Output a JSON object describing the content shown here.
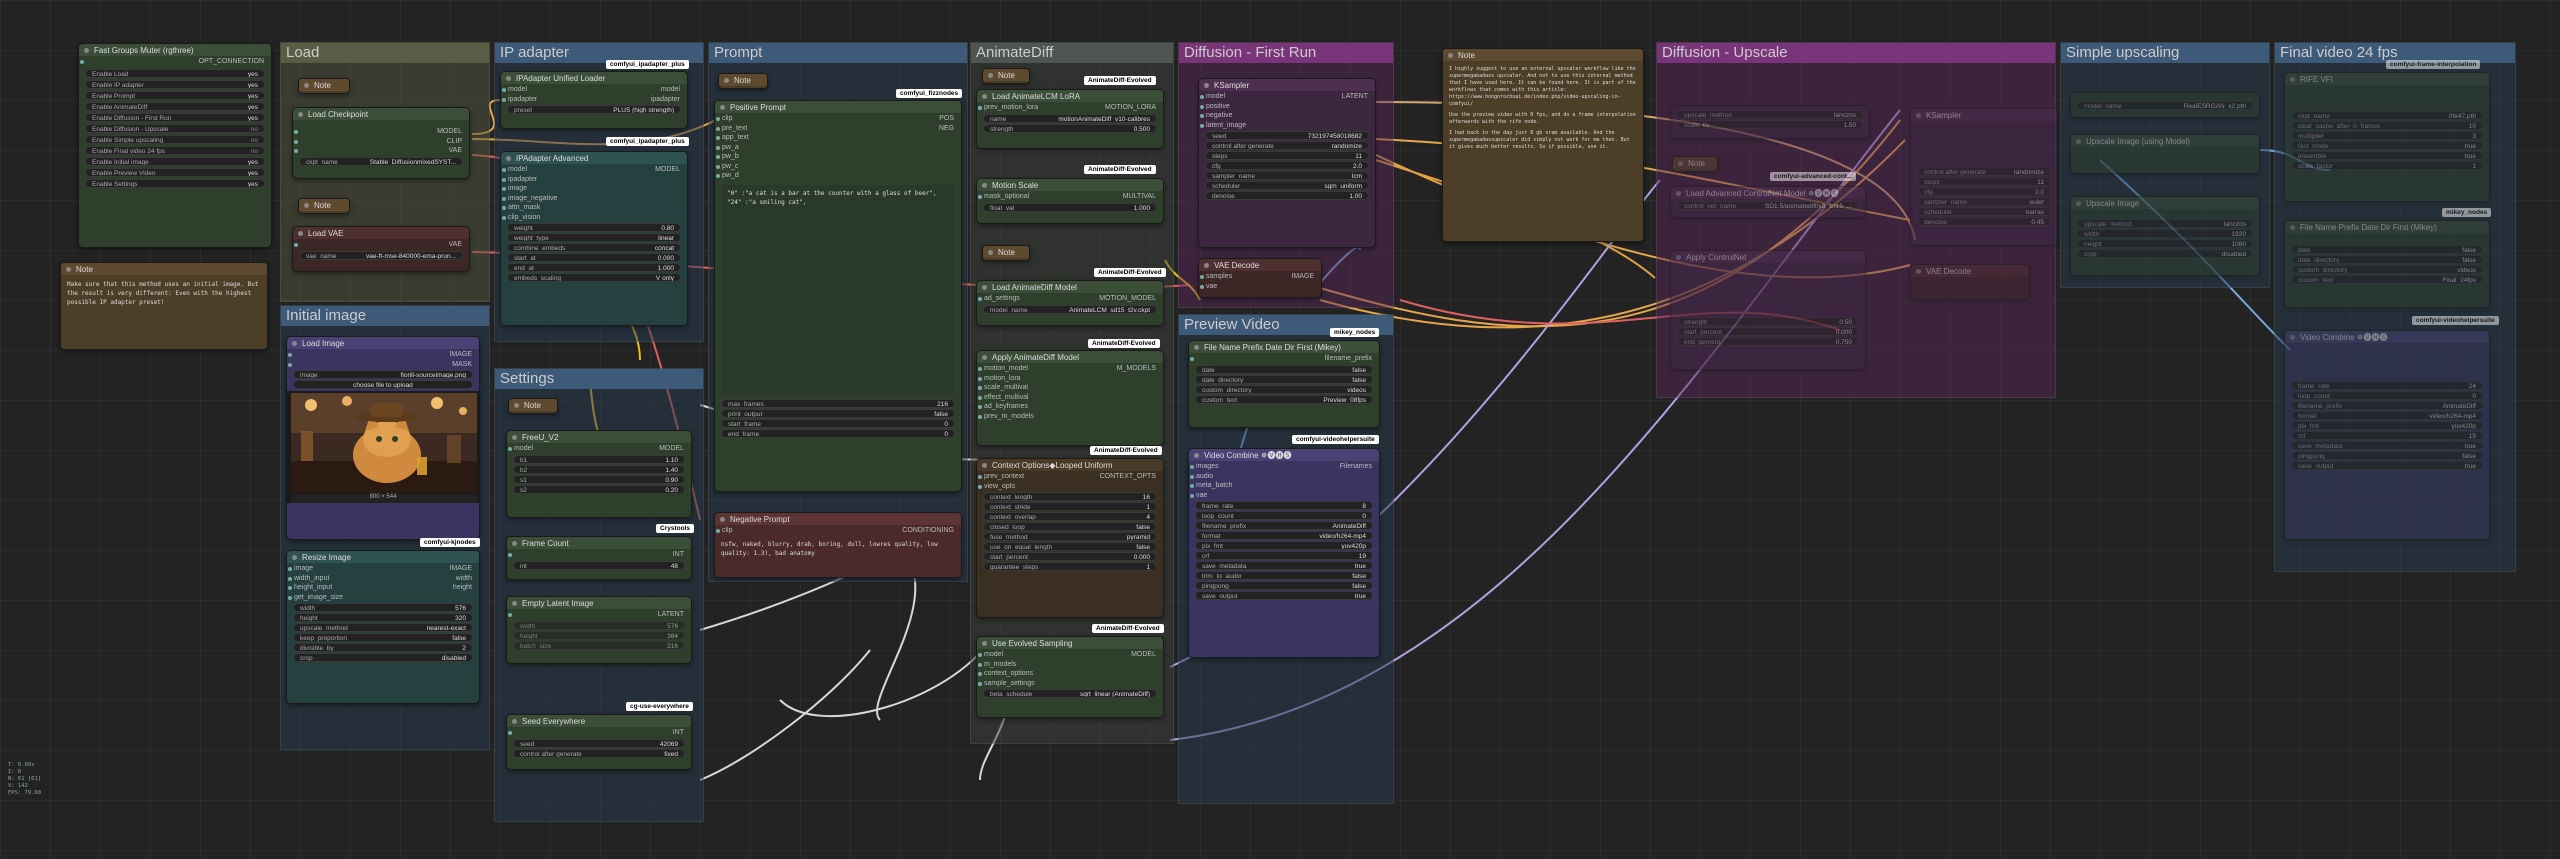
{
  "colors": {
    "canvas": "#232323",
    "node": "#353535",
    "green": "#2e3f2c",
    "brown": "#3b2f21",
    "purple": "#3c2640",
    "blue": "#27364a"
  },
  "groups": [
    {
      "id": "load",
      "title": "Load",
      "color": "#3a3d2d"
    },
    {
      "id": "ipadapter",
      "title": "IP adapter",
      "color": "#2a3b4d"
    },
    {
      "id": "prompt",
      "title": "Prompt",
      "color": "#2a3b4d"
    },
    {
      "id": "animatediff",
      "title": "AnimateDiff",
      "color": "#3a3f3c"
    },
    {
      "id": "diff1",
      "title": "Diffusion - First Run",
      "color": "#5a2b5a"
    },
    {
      "id": "upscale",
      "title": "Diffusion - Upscale",
      "color": "#5a2b5a"
    },
    {
      "id": "simple",
      "title": "Simple upscaling",
      "color": "#2a3b4d"
    },
    {
      "id": "final",
      "title": "Final video 24 fps",
      "color": "#2a3b4d"
    },
    {
      "id": "initial",
      "title": "Initial image",
      "color": "#2a3b4d"
    },
    {
      "id": "settings",
      "title": "Settings",
      "color": "#2a3b4d"
    },
    {
      "id": "preview",
      "title": "Preview Video",
      "color": "#2a3b4d"
    }
  ],
  "fast_groups": {
    "title": "Fast Groups Muter (rgthree)",
    "output": "OPT_CONNECTION",
    "rows": [
      {
        "label": "Enable Load",
        "value": "yes"
      },
      {
        "label": "Enable IP adapter",
        "value": "yes"
      },
      {
        "label": "Enable Prompt",
        "value": "yes"
      },
      {
        "label": "Enable AnimateDiff",
        "value": "yes"
      },
      {
        "label": "Enable Diffusion - First Run",
        "value": "yes"
      },
      {
        "label": "Enable Diffusion - Upscale",
        "value": "no"
      },
      {
        "label": "Enable Simple upscaling",
        "value": "no"
      },
      {
        "label": "Enable Final video 24 fps",
        "value": "no"
      },
      {
        "label": "Enable Initial image",
        "value": "yes"
      },
      {
        "label": "Enable Preview Video",
        "value": "yes"
      },
      {
        "label": "Enable Settings",
        "value": "yes"
      }
    ]
  },
  "note_left": {
    "title": "Note",
    "text": "Make sure that this method uses an initial image. But the result is very different: Even with the highest possible IP adapter preset!"
  },
  "load": {
    "note": "Note",
    "checkpoint": {
      "title": "Load Checkpoint",
      "outputs": [
        "MODEL",
        "CLIP",
        "VAE"
      ],
      "ckpt_label": "ckpt_name",
      "ckpt_value": "Stable_DiffusionmixedSYST..."
    },
    "note2": "Note",
    "vae": {
      "title": "Load VAE",
      "output": "VAE",
      "label": "vae_name",
      "value": "vae-ft-mse-840000-ema-prun..."
    }
  },
  "ipadapter": {
    "tag1": "comfyui_ipadapter_plus",
    "loader": {
      "title": "IPAdapter Unified Loader",
      "rows": [
        [
          "model",
          "model"
        ],
        [
          "ipadapter",
          "ipadapter"
        ]
      ],
      "preset_label": "preset",
      "preset": "PLUS (high strength)"
    },
    "tag2": "comfyui_ipadapter_plus",
    "adv": {
      "title": "IPAdapter Advanced",
      "inputs": [
        "model",
        "ipadapter",
        "image",
        "image_negative",
        "attn_mask",
        "clip_vision"
      ],
      "output": "MODEL",
      "widgets": [
        [
          "weight",
          "0.80"
        ],
        [
          "weight_type",
          "linear"
        ],
        [
          "combine_embeds",
          "concat"
        ],
        [
          "start_at",
          "0.000"
        ],
        [
          "end_at",
          "1.000"
        ],
        [
          "embeds_scaling",
          "V only"
        ]
      ]
    }
  },
  "prompt": {
    "tag": "comfyui_fizznodes",
    "pos": {
      "title": "Positive Prompt",
      "inputs": [
        "clip",
        "pre_text",
        "app_text",
        "pw_a",
        "pw_b",
        "pw_c",
        "pw_d"
      ],
      "outputs": [
        "POS",
        "NEG"
      ],
      "text": "\"0\" :\"a cat is a bar at the counter with a glass of beer\",\n\"24\" :\"a smiling cat\","
    },
    "rows": [
      [
        "max_frames",
        "216"
      ],
      [
        "print_output",
        "false"
      ],
      [
        "start_frame",
        "0"
      ],
      [
        "end_frame",
        "0"
      ]
    ],
    "note": "Note",
    "neg": {
      "title": "Negative Prompt",
      "input": "clip",
      "output": "CONDITIONING",
      "text": "nsfw, naked, blurry, drab, boring, dull, lowres quality, low quality: 1.3), bad anatomy"
    }
  },
  "animatediff": {
    "note": "Note",
    "tag_ev": "AnimateDiff-Evolved",
    "lora": {
      "title": "Load AnimateLCM LoRA",
      "input": "prev_motion_lora",
      "output": "MOTION_LORA",
      "widgets": [
        [
          "name",
          "motionAnimateDiff_v10-calibres"
        ],
        [
          "strength",
          "0.500"
        ]
      ]
    },
    "scale": {
      "title": "Motion Scale",
      "input": "mask_optional",
      "output": "MULTIVAL",
      "widgets": [
        [
          "float_val",
          "1.000"
        ]
      ]
    },
    "note2": "Note",
    "model": {
      "title": "Load AnimateDiff Model",
      "input": "ad_settings",
      "output": "MOTION_MODEL",
      "widgets": [
        [
          "model_name",
          "AnimateLCM_sd15_t2v.ckpt"
        ]
      ]
    },
    "apply": {
      "title": "Apply AnimateDiff Model",
      "inputs": [
        "motion_model",
        "motion_lora",
        "scale_multival",
        "effect_multival",
        "ad_keyframes",
        "prev_m_models"
      ],
      "output": "M_MODELS"
    },
    "context": {
      "title": "Context Options◆Looped Uniform",
      "inputs": [
        "prev_context",
        "view_opts"
      ],
      "output": "CONTEXT_OPTS",
      "widgets": [
        [
          "context_length",
          "16"
        ],
        [
          "context_stride",
          "1"
        ],
        [
          "context_overlap",
          "4"
        ],
        [
          "closed_loop",
          "false"
        ],
        [
          "fuse_method",
          "pyramid"
        ],
        [
          "use_on_equal_length",
          "false"
        ],
        [
          "start_percent",
          "0.000"
        ],
        [
          "guarantee_steps",
          "1"
        ]
      ]
    },
    "evolved": {
      "title": "Use Evolved Sampling",
      "inputs": [
        "model",
        "m_models",
        "context_options",
        "sample_settings"
      ],
      "output": "MODEL",
      "widgets": [
        [
          "beta_schedule",
          "sqrt_linear (AnimateDiff)"
        ]
      ]
    }
  },
  "ksampler": {
    "title": "KSampler",
    "inputs": [
      "model",
      "positive",
      "negative",
      "latent_image"
    ],
    "output": "LATENT",
    "widgets": [
      [
        "seed",
        "732197458018682"
      ],
      [
        "control after generate",
        "randomize"
      ],
      [
        "steps",
        "11"
      ],
      [
        "cfg",
        "2.0"
      ],
      [
        "sampler_name",
        "lcm"
      ],
      [
        "scheduler",
        "sgm_uniform"
      ],
      [
        "denoise",
        "1.00"
      ]
    ]
  },
  "vae_decode": {
    "title": "VAE Decode",
    "inputs": [
      "samples",
      "vae"
    ],
    "output": "IMAGE"
  },
  "filename": {
    "tag": "mikey_nodes",
    "title": "File Name Prefix Date Dir First (Mikey)",
    "output": "filename_prefix",
    "widgets": [
      [
        "date",
        "false"
      ],
      [
        "date_directory",
        "false"
      ],
      [
        "custom_directory",
        "videos"
      ],
      [
        "custom_text",
        "Preview_08fps"
      ]
    ]
  },
  "vcombine": {
    "tag": "comfyui-videohelpersuite",
    "title": "Video Combine ✵🅥🅗🅢",
    "inputs": [
      "images",
      "audio",
      "meta_batch",
      "vae"
    ],
    "output": "Filenames",
    "widgets": [
      [
        "frame_rate",
        "8"
      ],
      [
        "loop_count",
        "0"
      ],
      [
        "filename_prefix",
        "AnimateDiff"
      ],
      [
        "format",
        "video/h264-mp4"
      ],
      [
        "pix_fmt",
        "yuv420p"
      ],
      [
        "crf",
        "19"
      ],
      [
        "save_metadata",
        "true"
      ],
      [
        "trim_to_audio",
        "false"
      ],
      [
        "pingpong",
        "false"
      ],
      [
        "save_output",
        "true"
      ]
    ]
  },
  "initial": {
    "title": "Load Image",
    "outputs": [
      "IMAGE",
      "MASK"
    ],
    "image_label": "image",
    "image_value": "fiorill-sourceimage.png",
    "upload": "choose file to upload",
    "dims": "800 × 544"
  },
  "resize": {
    "tag": "comfyui-kjnodes",
    "title": "Resize Image",
    "inputs": [
      "image",
      "width_input",
      "height_input",
      "get_image_size"
    ],
    "outputs": [
      "IMAGE",
      "width",
      "height"
    ],
    "widgets": [
      [
        "width",
        "576"
      ],
      [
        "height",
        "320"
      ],
      [
        "upscale_method",
        "nearest-exact"
      ],
      [
        "keep_proportion",
        "false"
      ],
      [
        "divisible_by",
        "2"
      ],
      [
        "crop",
        "disabled"
      ]
    ]
  },
  "settings": {
    "note": "Note",
    "freeu": {
      "title": "FreeU_V2",
      "input": "model",
      "output": "MODEL",
      "widgets": [
        [
          "b1",
          "1.10"
        ],
        [
          "b2",
          "1.40"
        ],
        [
          "s1",
          "0.90"
        ],
        [
          "s2",
          "0.20"
        ]
      ]
    },
    "tag_cry": "Crystools",
    "frames": {
      "title": "Frame Count",
      "output": "INT",
      "widgets": [
        [
          "int",
          "48"
        ]
      ]
    },
    "latent": {
      "title": "Empty Latent Image",
      "output": "LATENT",
      "widgets": [
        [
          "width",
          "576"
        ],
        [
          "height",
          "384"
        ],
        [
          "batch_size",
          "216"
        ]
      ]
    },
    "tag_cg": "cg-use-everywhere",
    "seed": {
      "title": "Seed Everywhere",
      "output": "INT",
      "widgets": [
        [
          "seed",
          "42069"
        ],
        [
          "control after generate",
          "fixed"
        ]
      ]
    }
  },
  "note_mid": {
    "title": "Note",
    "lines": [
      "I highly suggest to use an external upscaler workflow like the supermegabadass upscaler. And not to use this internal method that I have used here. It can be found here. It is part of the workflows that comes with this article: https://www.hongorochuai.de/index.php/video-upscaling-in-comfyui/",
      "Use the preview video with 8 fps, and do a frame interpolation afterwards with the rife node.",
      "I had back in the day just 8 gb vram available. And the supermegabadassupscaler did simply not work for me then. But it gives much better results. So if possible, use it."
    ]
  },
  "upscale_nodes": {
    "ks_title": "KSampler",
    "ks_tag": "comfyui-advanced-cont...",
    "cn_title": "Load Advanced ControlNet Model ✵🅥🅗🅢",
    "cn_widget": [
      "control_net_name",
      "SD1.5/animatediff/v3_sd15_..."
    ],
    "apply_title": "Apply ControlNet",
    "vae_title": "VAE Decode",
    "note": "Note",
    "upscale_widgets": [
      [
        "upscale_method",
        "lanczos"
      ],
      [
        "scale_by",
        "1.50"
      ]
    ],
    "ks_widgets": [
      [
        "control after generate",
        "randomize"
      ],
      [
        "steps",
        "11"
      ],
      [
        "cfg",
        "2.0"
      ],
      [
        "sampler_name",
        "euler"
      ],
      [
        "scheduler",
        "karras"
      ],
      [
        "denoise",
        "0.45"
      ]
    ],
    "apply_widgets": [
      [
        "strength",
        "0.50"
      ],
      [
        "start_percent",
        "0.000"
      ],
      [
        "end_percent",
        "0.750"
      ]
    ]
  },
  "simple_nodes": {
    "up_title": "Upscale Image (using Model)",
    "model_label": "model_name",
    "model_value": "RealESRGAN_x2.pth",
    "up_title2": "Upscale Image",
    "widgets": [
      [
        "upscale_method",
        "lanczos"
      ],
      [
        "width",
        "1920"
      ],
      [
        "height",
        "1080"
      ],
      [
        "crop",
        "disabled"
      ]
    ]
  },
  "final_nodes": {
    "tag": "comfyui-frame-interpolation",
    "rife_title": "RIFE VFI",
    "rife_widgets": [
      [
        "ckpt_name",
        "rife47.pth"
      ],
      [
        "clear_cache_after_n_frames",
        "10"
      ],
      [
        "multiplier",
        "3"
      ],
      [
        "fast_mode",
        "true"
      ],
      [
        "ensemble",
        "true"
      ],
      [
        "scale_factor",
        "1"
      ]
    ],
    "tag2": "mikey_nodes",
    "fn_title": "File Name Prefix Date Dir First (Mikey)",
    "fn_widgets": [
      [
        "date",
        "false"
      ],
      [
        "date_directory",
        "false"
      ],
      [
        "custom_directory",
        "videos"
      ],
      [
        "custom_text",
        "Final_24fps"
      ]
    ],
    "tag3": "comfyui-videohelpersuite",
    "vc_title": "Video Combine ✵🅥🅗🅢",
    "vc_widgets": [
      [
        "frame_rate",
        "24"
      ],
      [
        "loop_count",
        "0"
      ],
      [
        "filename_prefix",
        "AnimateDiff"
      ],
      [
        "format",
        "video/h264-mp4"
      ],
      [
        "pix_fmt",
        "yuv420p"
      ],
      [
        "crf",
        "19"
      ],
      [
        "save_metadata",
        "true"
      ],
      [
        "pingpong",
        "false"
      ],
      [
        "save_output",
        "true"
      ]
    ]
  },
  "hud": [
    "T: 0.00s",
    "I: 0",
    "N: 61 [61]",
    "V: 142",
    "FPS: 79.60"
  ]
}
